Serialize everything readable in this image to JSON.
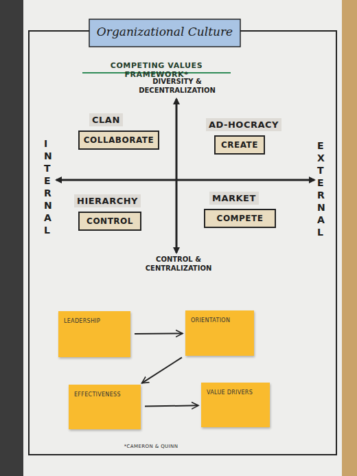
{
  "diagram": {
    "title": "Organizational Culture",
    "caption": "*CAMERON & QUINN",
    "nodes": [
      {
        "text": [
          "CLAN",
          "COLLABORATE"
        ]
      },
      {
        "text": [
          "AD-HOCRACY",
          "CREATE"
        ]
      },
      {
        "text": [
          "HIERARCHY",
          "CONTROL"
        ]
      },
      {
        "text": [
          "MARKET",
          "COMPETE"
        ]
      },
      {
        "text": [
          "LEADERSHIP"
        ]
      },
      {
        "text": [
          "ORIENTATION"
        ]
      },
      {
        "text": [
          "EFFECTIVENESS"
        ]
      },
      {
        "text": [
          "VALUE DRIVERS"
        ]
      }
    ],
    "edges": [
      {
        "from": 4,
        "to": 5,
        "arrow": "to"
      },
      {
        "from": 5,
        "to": 6,
        "arrow": "to"
      },
      {
        "from": 6,
        "to": 7,
        "arrow": "to"
      }
    ],
    "labels": [
      "COMPETING VALUES FRAMEWORK*",
      "DIVERSITY & DECENTRALIZATION",
      "INTERNAL",
      "EXTERNAL",
      "CONTROL & CENTRALIZATION"
    ]
  }
}
